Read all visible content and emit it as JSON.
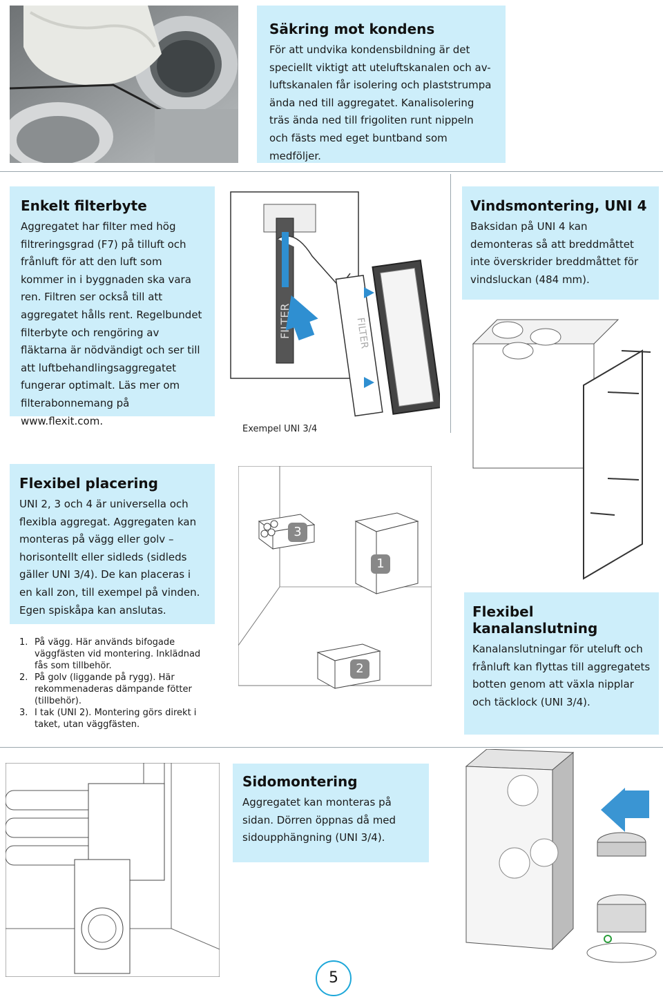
{
  "kondens": {
    "title": "Säkring mot kondens",
    "text": "För att undvika kondensbildning är det speciellt viktigt att uteluftskanalen och av-luftskanalen får isolering och plaststrumpa ända ned till aggregatet. Kanalisolering träs ända ned till frigoliten runt nippeln och fästs med eget buntband som medföljer."
  },
  "filterbyte": {
    "title": "Enkelt filterbyte",
    "text": "Aggregatet har filter med hög filtreringsgrad (F7) på tilluft och frånluft för att den luft som kommer in i byggnaden ska vara ren. Filtren ser också till att aggregatet hålls rent. Regelbundet filterbyte och rengöring av fläktarna är nödvändigt och ser till att luftbehandlingsaggregatet fungerar optimalt. Läs mer om filterabonnemang på www.flexit.com.",
    "caption": "Exempel UNI 3/4",
    "filter_label": "FILTER"
  },
  "vindsmontering": {
    "title": "Vindsmontering, UNI 4",
    "text": "Baksidan på UNI 4 kan demonteras så att breddmåttet inte överskrider breddmåttet för vindsluckan (484 mm)."
  },
  "placering": {
    "title": "Flexibel placering",
    "text": "UNI 2, 3 och 4 är universella och flexibla aggregat. Aggregaten kan monteras på vägg eller golv – horisontellt eller sidleds (sidleds gäller UNI 3/4). De kan placeras i en kall zon, till exempel på vinden. Egen spiskåpa kan anslutas.",
    "steps": [
      {
        "num": "1.",
        "text": "På vägg. Här används bifogade väggfästen vid montering. Inklädnad fås som tillbehör."
      },
      {
        "num": "2.",
        "text": "På golv (liggande på rygg). Här rekommenaderas dämpande fötter (tillbehör)."
      },
      {
        "num": "3.",
        "text": "I tak (UNI 2). Montering görs direkt i taket, utan väggfästen."
      }
    ],
    "markers": [
      "3",
      "1",
      "2"
    ]
  },
  "kanalanslutning": {
    "title": "Flexibel kanalanslutning",
    "text": "Kanalanslutningar för uteluft och frånluft kan flyttas till aggregatets botten genom att växla nipplar och täcklock (UNI 3/4)."
  },
  "sidomontering": {
    "title": "Sidomontering",
    "text": "Aggregatet kan monteras på sidan. Dörren öppnas då med sidoupphängning (UNI 3/4)."
  },
  "page_number": "5",
  "colors": {
    "box": "#cdeefa",
    "accent": "#1da7d9",
    "arrow": "#2f8fd1"
  }
}
